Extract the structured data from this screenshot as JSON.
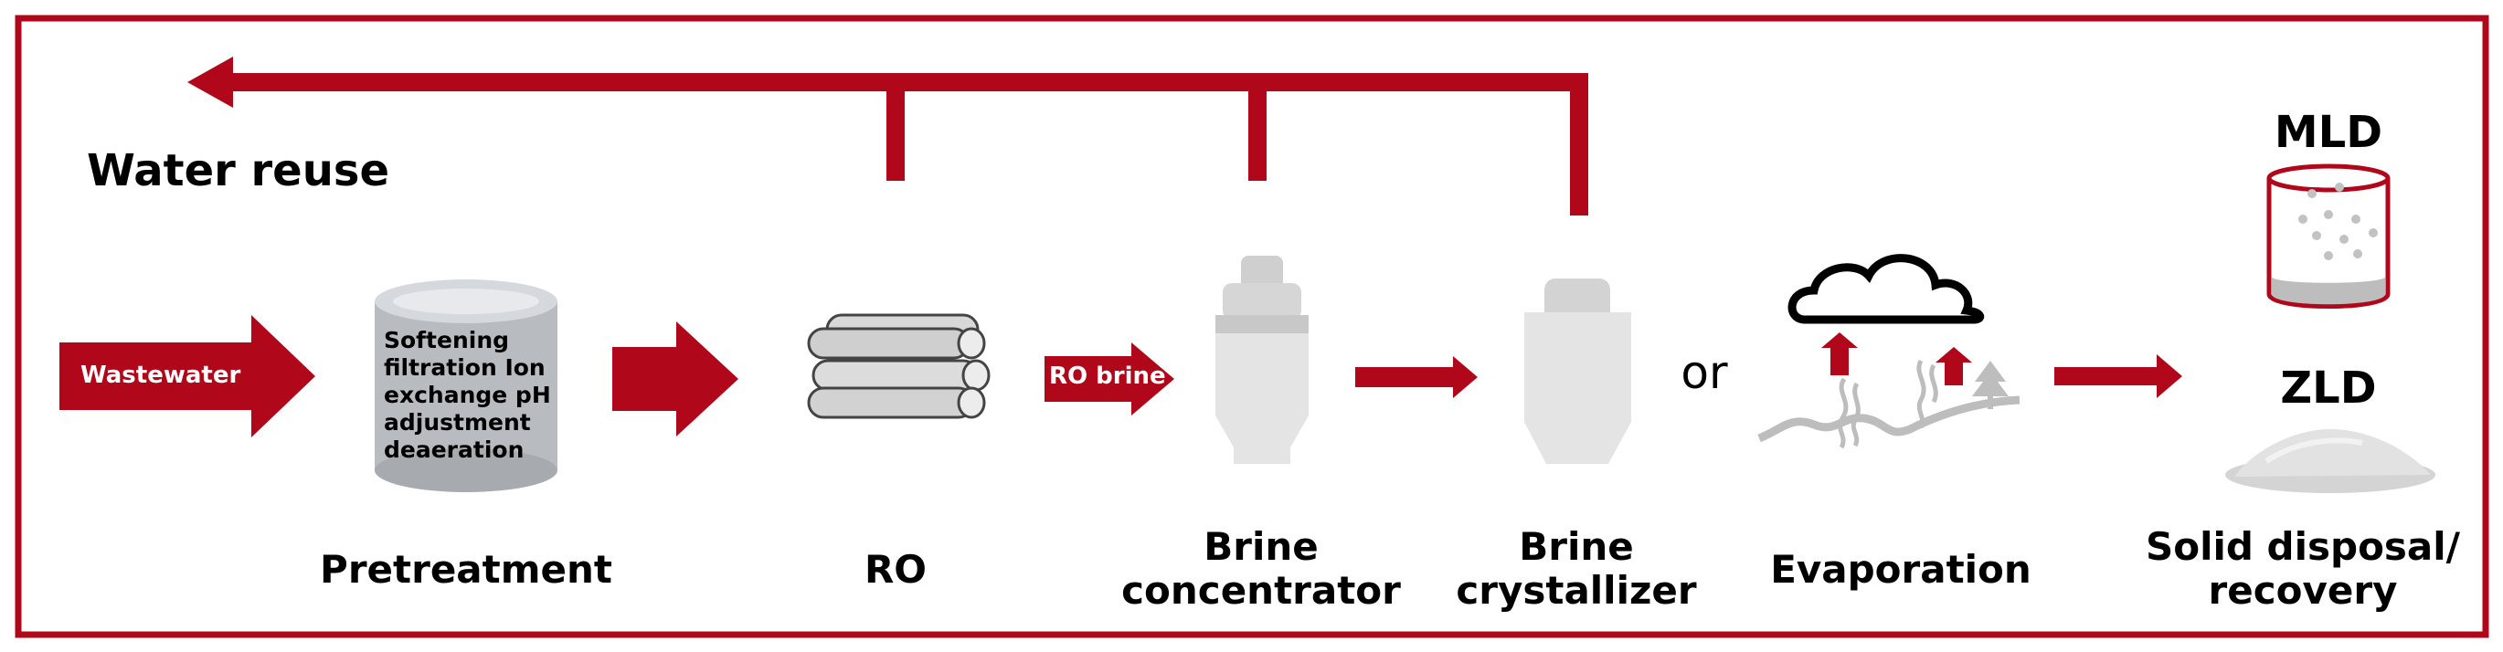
{
  "labels": {
    "water_reuse": "Water reuse",
    "wastewater": "Wastewater",
    "pretreatment_steps": [
      "Softening",
      "filtration Ion",
      "exchange pH",
      "adjustment",
      "deaeration"
    ],
    "ro_brine": "RO brine",
    "or": "or",
    "mld": "MLD",
    "zld": "ZLD"
  },
  "stages": {
    "pretreatment": [
      "Pretreatment"
    ],
    "ro": [
      "RO"
    ],
    "brine_concentrator": [
      "Brine",
      "concentrator"
    ],
    "brine_crystallizer": [
      "Brine",
      "crystallizer"
    ],
    "evaporation": [
      "Evaporation"
    ],
    "solid_disposal": [
      "Solid disposal/",
      "recovery"
    ]
  },
  "colors": {
    "accent": "#b0081a",
    "device_gray": "#e4e4e4",
    "device_gray_dark": "#cfcfcf",
    "tank_gray": "#b8bcc1"
  }
}
